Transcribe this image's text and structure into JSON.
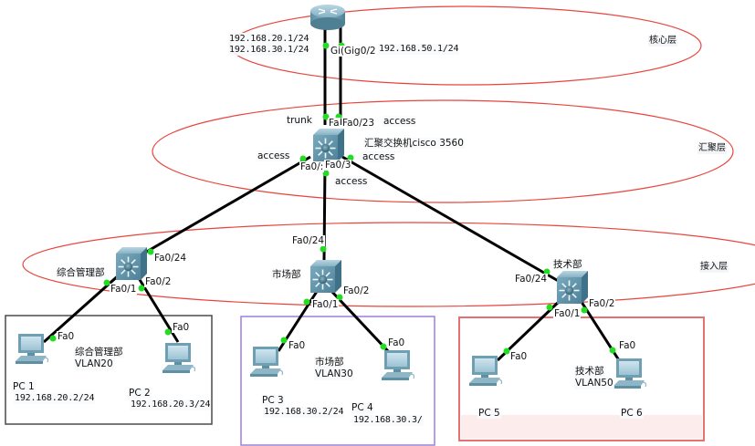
{
  "layers": {
    "core": "核心层",
    "distribution": "汇聚层",
    "access": "接入层"
  },
  "router": {
    "ip_left_1": "192.168.20.1/24",
    "ip_left_2": "192.168.30.1/24",
    "ip_right": "192.168.50.1/24",
    "port_left": "Gi(",
    "port_right": "Gig0/2"
  },
  "core_switch": {
    "label": "汇聚交换机cisco 3560",
    "uplink_mode_left": "trunk",
    "uplink_mode_right": "access",
    "uplink_port_left": "Fa",
    "uplink_port_right": "Fa0/23",
    "down_mode_left": "access",
    "down_mode_right": "access",
    "down_mode_center": "access",
    "down_port_left": "Fa0/:",
    "down_port_center": "Fa0/3"
  },
  "access_switches": [
    {
      "name": "综合管理部",
      "uplink_port": "Fa0/24",
      "port1": "Fa0/1",
      "port2": "Fa0/2"
    },
    {
      "name": "市场部",
      "uplink_port": "Fa0/24",
      "port1": "Fa0/1",
      "port2": "Fa0/2"
    },
    {
      "name": "技术部",
      "uplink_port": "Fa0/24",
      "port1": "Fa0/1",
      "port2": "Fa0/2"
    }
  ],
  "groups": [
    {
      "dept": "综合管理部",
      "vlan": "VLAN20",
      "border_color": "#4a4a4a"
    },
    {
      "dept": "市场部",
      "vlan": "VLAN30",
      "border_color": "#9b7fe0"
    },
    {
      "dept": "技术部",
      "vlan": "VLAN50",
      "border_color": "#e87070"
    }
  ],
  "pcs": [
    {
      "name": "PC 1",
      "ip": "192.168.20.2/24",
      "port": "Fa0"
    },
    {
      "name": "PC 2",
      "ip": "192.168.20.3/24",
      "port": "Fa0"
    },
    {
      "name": "PC 3",
      "ip": "192.168.30.2/24",
      "port": "Fa0"
    },
    {
      "name": "PC 4",
      "ip": "192.168.30.3/",
      "port": "Fa0"
    },
    {
      "name": "PC 5",
      "ip": "",
      "port": "Fa0"
    },
    {
      "name": "PC 6",
      "ip": "",
      "port": "Fa0"
    }
  ],
  "colors": {
    "ellipse": "#e8453c",
    "link": "#000000",
    "port_up": "#22dd22",
    "device": "#5f95ad"
  }
}
